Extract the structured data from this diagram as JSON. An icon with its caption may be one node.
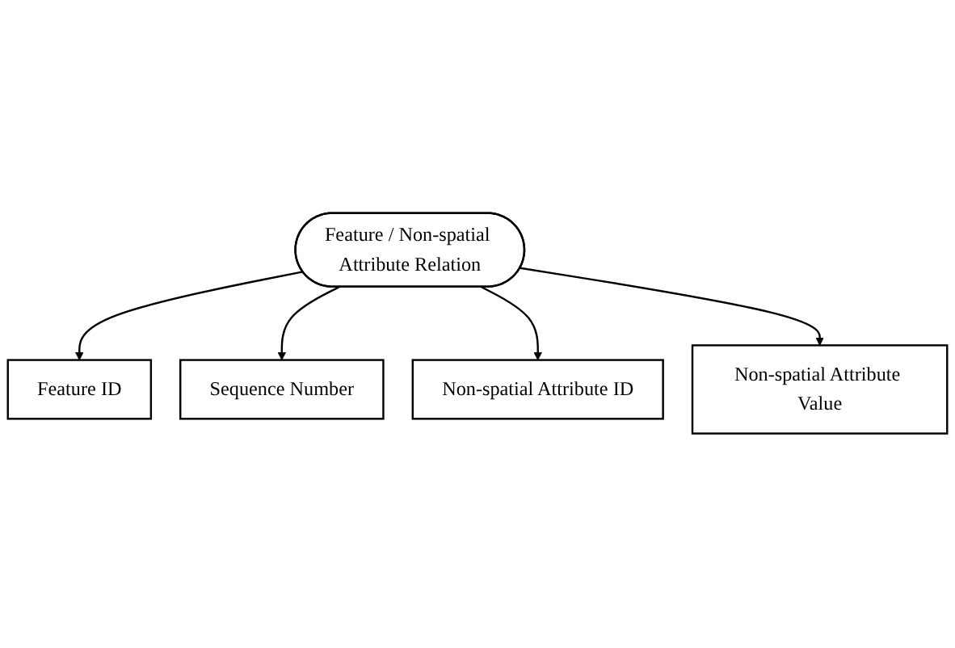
{
  "diagram": {
    "nodes": [
      {
        "text": [
          "Feature ID"
        ]
      },
      {
        "text": [
          "Sequence Number"
        ]
      },
      {
        "text": [
          "Feature / Non-spatial Attribute Relation"
        ]
      },
      {
        "text": [
          "Non-spatial Attribute ID"
        ]
      },
      {
        "text": [
          "Non-spatial Attribute Value"
        ]
      }
    ],
    "edges": [
      {
        "from": 2,
        "to": 0,
        "arrow": "to"
      },
      {
        "from": 2,
        "to": 1,
        "arrow": "to"
      },
      {
        "from": 2,
        "to": 3,
        "arrow": "to"
      },
      {
        "from": 2,
        "to": 4,
        "arrow": "to"
      }
    ]
  }
}
